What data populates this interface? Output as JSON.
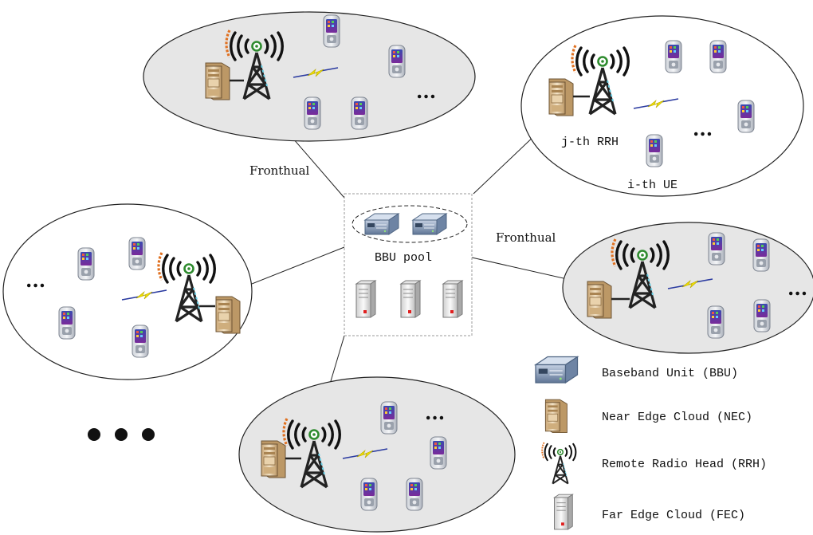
{
  "labels": {
    "fronthaul_top": "Fronthual",
    "fronthaul_right": "Fronthual",
    "bbu_pool": "BBU pool",
    "jth_rrh": "j-th RRH",
    "ith_ue": "i-th UE",
    "ellipsis": "...",
    "big_ellipsis": "● ● ●"
  },
  "legend": {
    "items": [
      {
        "icon": "bbu-icon",
        "label": "Baseband Unit (BBU)"
      },
      {
        "icon": "nec-icon",
        "label": "Near Edge Cloud (NEC)"
      },
      {
        "icon": "rrh-icon",
        "label": "Remote Radio Head (RRH)"
      },
      {
        "icon": "fec-icon",
        "label": "Far Edge Cloud (FEC)"
      }
    ]
  },
  "colors": {
    "cell_fill": "#e6e6e6",
    "tower": "#222222",
    "signal_orange": "#e07020",
    "signal_green": "#2e8b2e",
    "bolt_yellow": "#f2e100",
    "bolt_blue": "#2a3aa0",
    "server_light": "#e8e8e8",
    "nec_tan": "#d8b98a",
    "bbu_blue": "#8ea2bf"
  }
}
